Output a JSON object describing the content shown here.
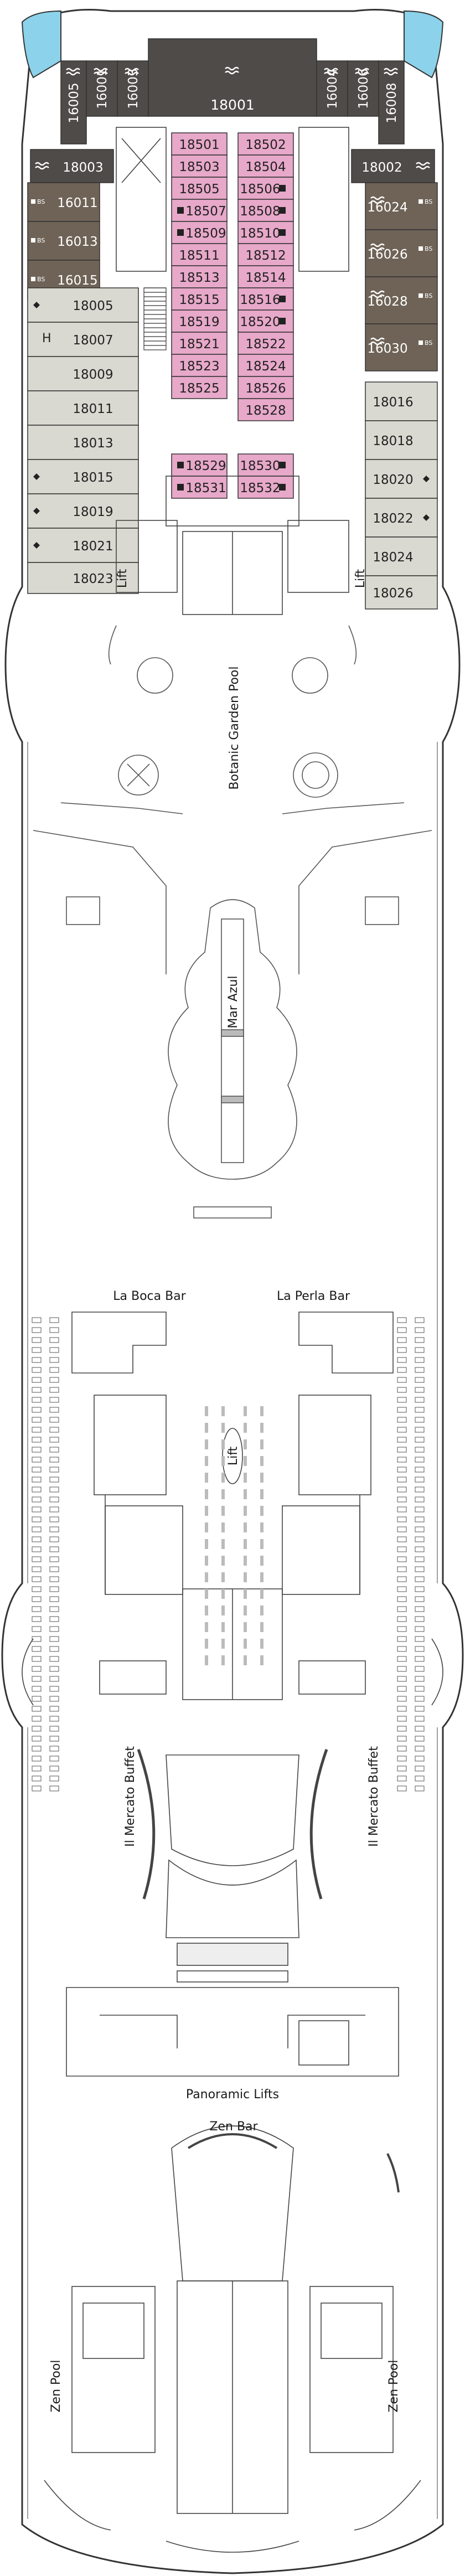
{
  "colors": {
    "inside_cabin": "#e7a8c9",
    "balcony_suite": "#6f6357",
    "balcony_cabin": "#8b7f74",
    "oceanview_cabin": "#d9d9d1",
    "aft_suite": "#4f4b48",
    "glass_blue": "#8cd2ea",
    "outline": "#333333"
  },
  "icons": {
    "suite_class": "waves-icon",
    "accessible": "diamond-icon",
    "bed": "bed-icon",
    "sofa_bed": "sofa-bed-icon"
  },
  "labels": {
    "lift": "Lift",
    "botanic_garden_pool": "Botanic Garden Pool",
    "mar_azul": "Mar Azul",
    "la_boca_bar": "La Boca Bar",
    "la_perla_bar": "La Perla Bar",
    "il_mercato_buffet": "Il Mercato Buffet",
    "panoramic_lifts": "Panoramic Lifts",
    "zen_bar": "Zen Bar",
    "zen_pool": "Zen Pool",
    "bs": "BS",
    "h": "H"
  },
  "cabins": {
    "top_left": [
      "16005",
      "16001",
      "16003"
    ],
    "top_right": [
      "16004",
      "16006",
      "16008"
    ],
    "top_center": [
      "18001"
    ],
    "corner_left": [
      "18003"
    ],
    "corner_right": [
      "18002"
    ],
    "left_suites": [
      "16011",
      "16013",
      "16015"
    ],
    "right_suites": [
      "16024",
      "16026",
      "16028",
      "16030"
    ],
    "left_outer": [
      "18005",
      "18007",
      "18009",
      "18011",
      "18013",
      "18015",
      "18019",
      "18021",
      "18023"
    ],
    "right_outer": [
      "18016",
      "18018",
      "18020",
      "18022",
      "18024",
      "18026"
    ],
    "inner_left": [
      "18501",
      "18503",
      "18505",
      "18507",
      "18509",
      "18511",
      "18513",
      "18515",
      "18519",
      "18521",
      "18523",
      "18525"
    ],
    "inner_right": [
      "18502",
      "18504",
      "18506",
      "18508",
      "18510",
      "18512",
      "18514",
      "18516",
      "18520",
      "18522",
      "18524",
      "18526",
      "18528"
    ],
    "inner_left_low": [
      "18529",
      "18531"
    ],
    "inner_right_low": [
      "18530",
      "18532"
    ]
  }
}
